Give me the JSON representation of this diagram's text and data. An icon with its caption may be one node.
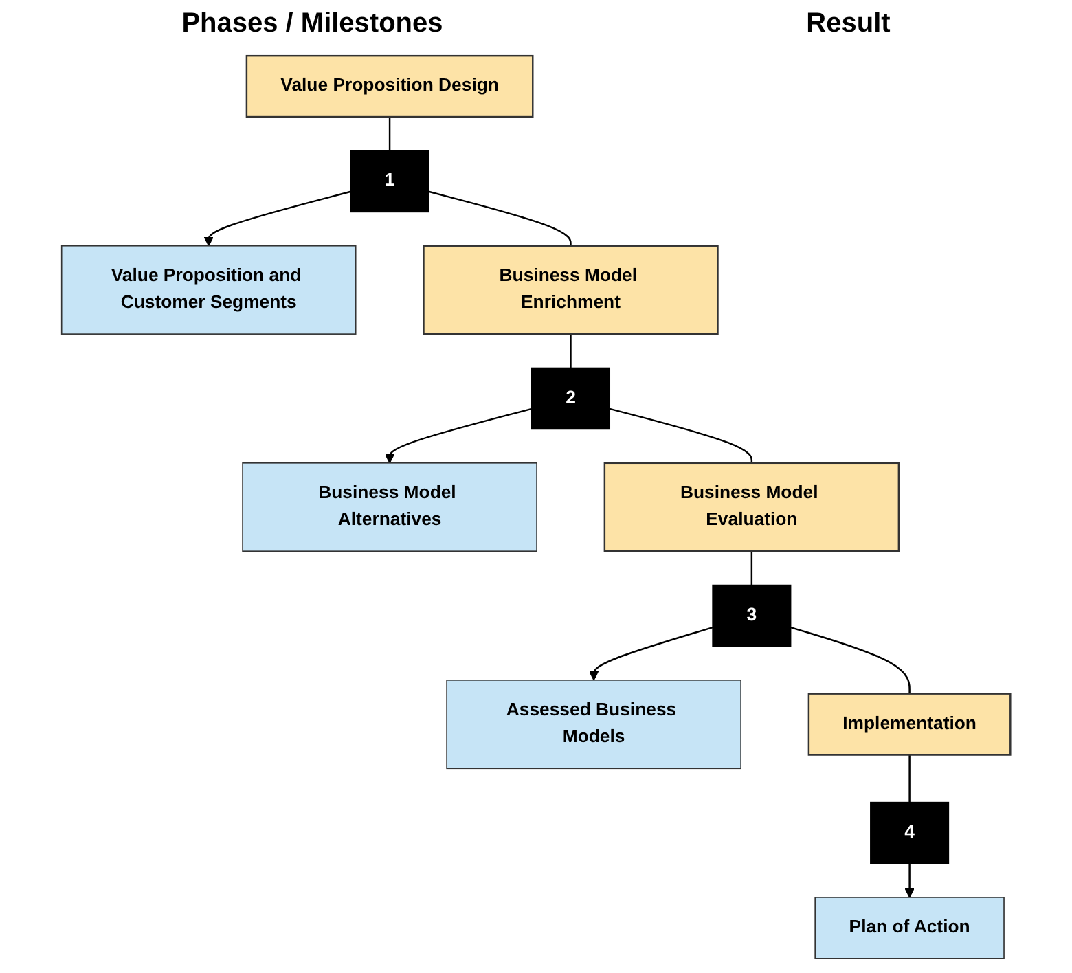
{
  "diagram": {
    "nodes": [
      {
        "text": [
          "Value Proposition Design"
        ]
      },
      {
        "text": [
          "1"
        ]
      },
      {
        "text": [
          "Value Proposition and Customer Segments"
        ]
      },
      {
        "text": [
          "Business Model Enrichment"
        ]
      },
      {
        "text": [
          "2"
        ]
      },
      {
        "text": [
          "Business Model Alternatives"
        ]
      },
      {
        "text": [
          "Business Model Evaluation"
        ]
      },
      {
        "text": [
          "3"
        ]
      },
      {
        "text": [
          "Assessed Business Models"
        ]
      },
      {
        "text": [
          "Implementation"
        ]
      },
      {
        "text": [
          "4"
        ]
      },
      {
        "text": [
          "Plan of Action"
        ]
      }
    ],
    "edges": [
      {
        "from": 0,
        "to": 1,
        "arrow": "none"
      },
      {
        "from": 1,
        "to": 3,
        "arrow": "none"
      },
      {
        "from": 1,
        "to": 2,
        "arrow": "to"
      },
      {
        "from": 3,
        "to": 4,
        "arrow": "none"
      },
      {
        "from": 4,
        "to": 6,
        "arrow": "none"
      },
      {
        "from": 4,
        "to": 5,
        "arrow": "to"
      },
      {
        "from": 6,
        "to": 7,
        "arrow": "none"
      },
      {
        "from": 7,
        "to": 9,
        "arrow": "none"
      },
      {
        "from": 7,
        "to": 8,
        "arrow": "to"
      },
      {
        "from": 9,
        "to": 10,
        "arrow": "none"
      },
      {
        "from": 10,
        "to": 11,
        "arrow": "to"
      }
    ],
    "labels": [
      "Phases / Milestones",
      "Result"
    ]
  }
}
